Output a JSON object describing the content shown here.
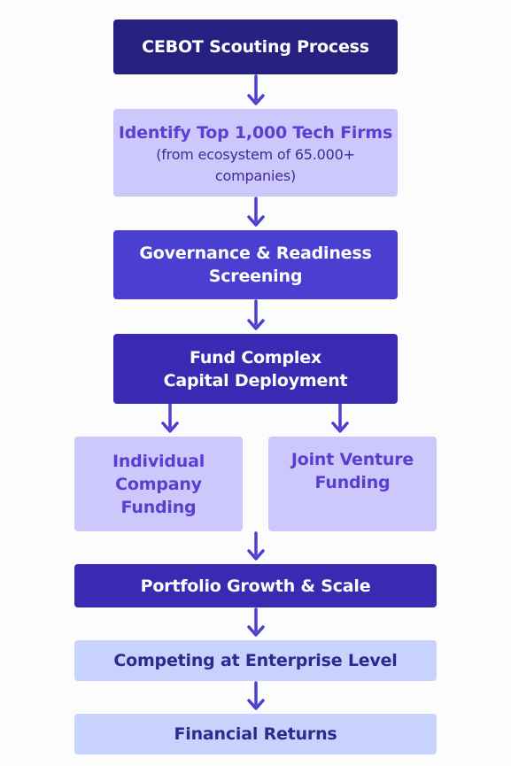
{
  "colors": {
    "navy": "#262080",
    "indigo": "#4a3fd0",
    "deep_indigo": "#3929b3",
    "lavender": "#cdc8fb",
    "light_blue": "#c7d3fc",
    "arrow": "#4c3fd0",
    "navy_text": "#2b2a8e",
    "violet_text": "#5a3ed0"
  },
  "nodes": {
    "scouting": {
      "text": "CEBOT Scouting Process"
    },
    "identify": {
      "line1": "Identify Top 1,000 Tech Firms",
      "line2": "(from ecosystem of 65.000+",
      "line3": "companies)"
    },
    "governance": {
      "line1": "Governance & Readiness",
      "line2": "Screening"
    },
    "fund": {
      "line1": "Fund Complex",
      "line2": "Capital Deployment"
    },
    "individual": {
      "line1": "Individual",
      "line2": "Company",
      "line3": "Funding"
    },
    "joint": {
      "line1": "Joint Venture",
      "line2": "Funding"
    },
    "portfolio": {
      "text": "Portfolio Growth & Scale"
    },
    "competing": {
      "text": "Competing at Enterprise Level"
    },
    "returns": {
      "text": "Financial Returns"
    }
  }
}
